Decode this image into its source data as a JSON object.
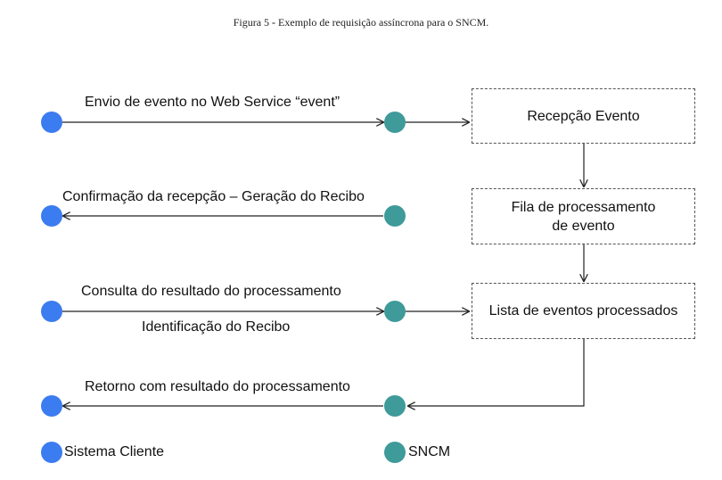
{
  "caption": {
    "prefix": "Figura 5",
    "separator": " - ",
    "text": "Exemplo de requisição assíncrona para o SNCM."
  },
  "colors": {
    "client": "#3b7cf0",
    "sncm": "#3f9a9a",
    "line": "#222222"
  },
  "flows": {
    "envio": "Envio de evento no Web Service “event”",
    "confirmacao": "Confirmação da recepção – Geração do Recibo",
    "consulta": "Consulta do resultado do processamento",
    "identificacao": "Identificação do Recibo",
    "retorno": "Retorno com resultado do processamento"
  },
  "boxes": {
    "recepcao": "Recepção Evento",
    "fila_line1": "Fila de processamento",
    "fila_line2": "de evento",
    "lista": "Lista de eventos processados"
  },
  "legend": {
    "client": "Sistema Cliente",
    "sncm": "SNCM"
  }
}
